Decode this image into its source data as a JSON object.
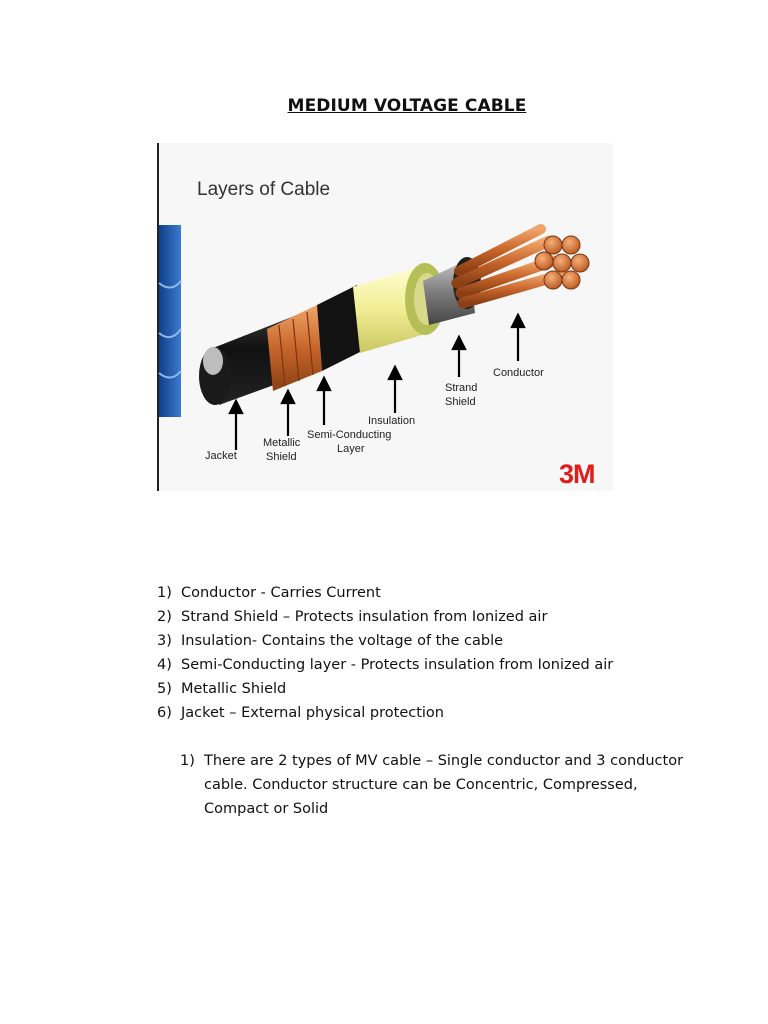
{
  "document": {
    "title": "MEDIUM VOLTAGE CABLE"
  },
  "figure": {
    "heading": "Layers of Cable",
    "labels": {
      "jacket": "Jacket",
      "metallic_shield_1": "Metallic",
      "metallic_shield_2": "Shield",
      "semi_conducting_1": "Semi-Conducting",
      "semi_conducting_2": "Layer",
      "insulation": "Insulation",
      "strand_shield_1": "Strand",
      "strand_shield_2": "Shield",
      "conductor": "Conductor"
    },
    "logo_text": "3M",
    "colors": {
      "jacket": "#1a1a1a",
      "metallic_shield": "#d07a3a",
      "insulation": "#f3f0a0",
      "insulation_rim": "#b7c05a",
      "strand_shield": "#8a8a8a",
      "conductor": "#d9793a",
      "logo": "#e21b1b",
      "side_bar": "#1e5aa8"
    }
  },
  "list": {
    "items": [
      {
        "num": "1)",
        "text": "Conductor -  Carries Current"
      },
      {
        "num": "2)",
        "text": "Strand Shield – Protects insulation from Ionized air"
      },
      {
        "num": "3)",
        "text": "Insulation- Contains the voltage of the cable"
      },
      {
        "num": "4)",
        "text": "Semi-Conducting layer - Protects insulation from Ionized air"
      },
      {
        "num": "5)",
        "text": "Metallic Shield"
      },
      {
        "num": "6)",
        "text": "Jacket – External physical protection"
      }
    ]
  },
  "note": {
    "num": "1)",
    "text": "There are 2 types of MV cable – Single conductor and 3 conductor cable. Conductor structure can be Concentric, Compressed, Compact or Solid"
  }
}
